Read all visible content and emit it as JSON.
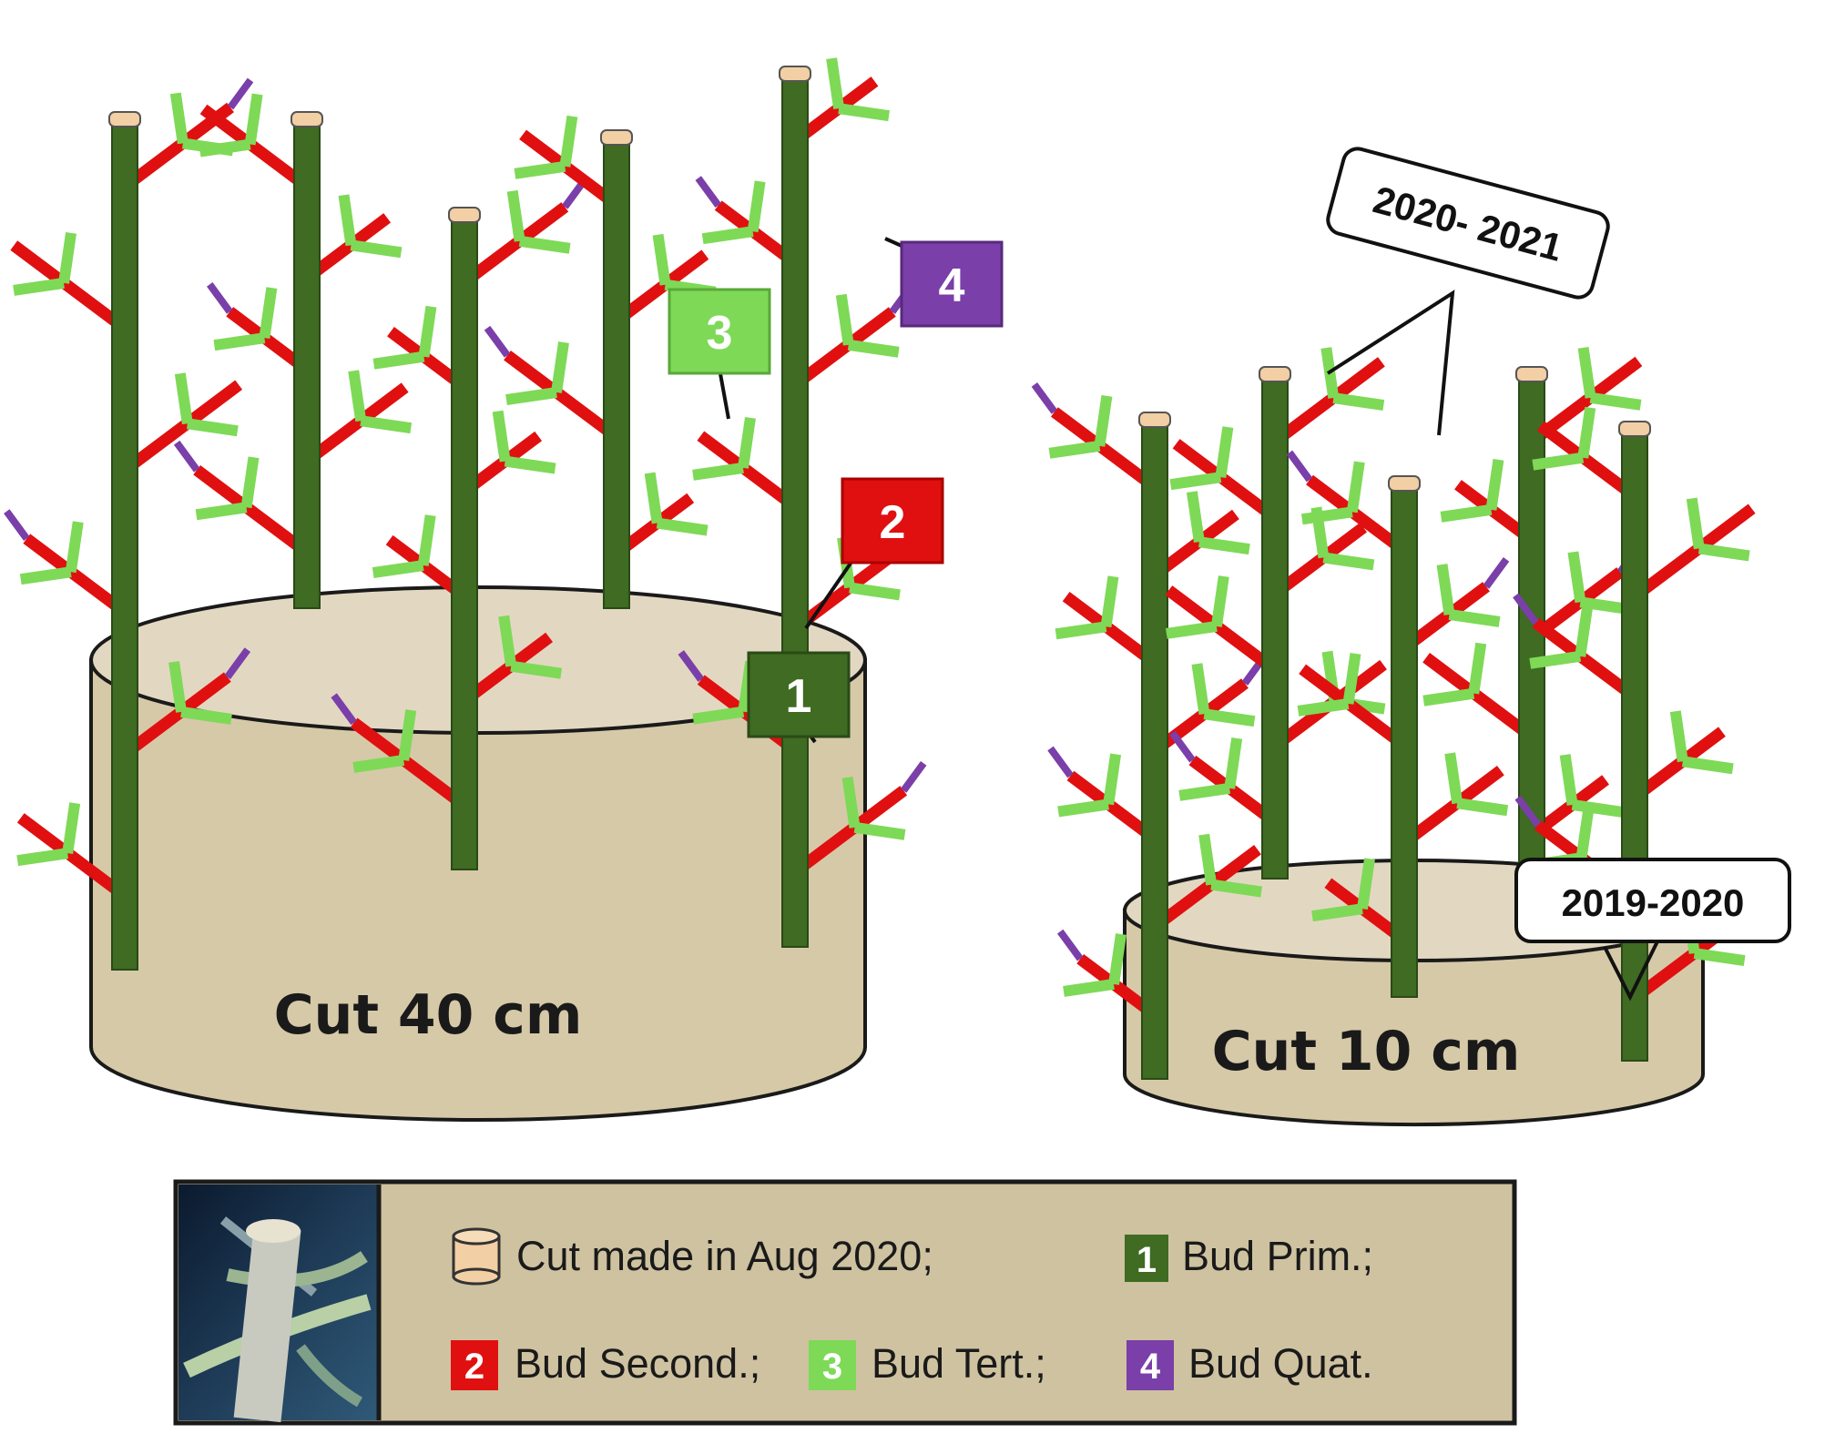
{
  "pots": {
    "left_label": "Cut 40 cm",
    "right_label": "Cut 10 cm"
  },
  "badges": {
    "primary": "1",
    "secondary": "2",
    "tertiary": "3",
    "quaternary": "4"
  },
  "callouts": {
    "new_season": "2020- 2021",
    "old_season": "2019-2020"
  },
  "legend": {
    "cut_made": "Cut made in Aug 2020;",
    "bud_prim_num": "1",
    "bud_prim": "Bud Prim.;",
    "bud_second_num": "2",
    "bud_second": "Bud Second.;",
    "bud_tert_num": "3",
    "bud_tert": "Bud Tert.;",
    "bud_quat_num": "4",
    "bud_quat": "Bud Quat."
  },
  "colors": {
    "primary": "#3f6b22",
    "secondary": "#e01010",
    "tertiary": "#7ed957",
    "quaternary": "#7a3fa8",
    "pot": "#d6c9a8",
    "cut_cap": "#f2cfa4"
  }
}
